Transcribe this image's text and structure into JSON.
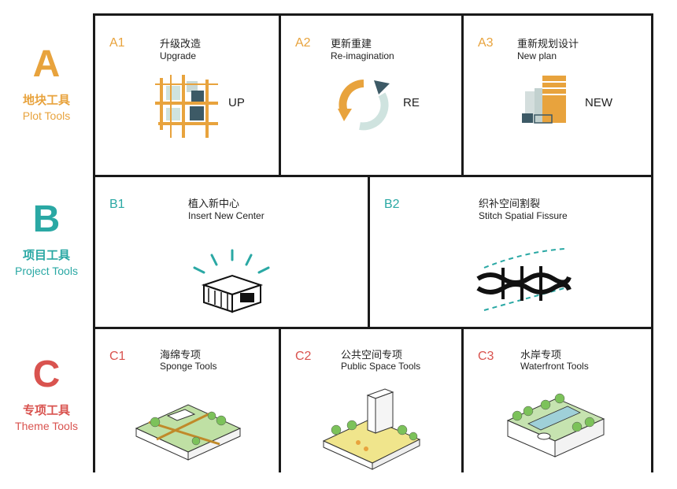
{
  "colors": {
    "plot": "#e8a33d",
    "project": "#2aa8a4",
    "theme": "#d9534f"
  },
  "rows": [
    {
      "letter": "A",
      "cn": "地块工具",
      "en": "Plot Tools"
    },
    {
      "letter": "B",
      "cn": "项目工具",
      "en": "Project Tools"
    },
    {
      "letter": "C",
      "cn": "专项工具",
      "en": "Theme Tools"
    }
  ],
  "cells": {
    "a1": {
      "code": "A1",
      "cn": "升级改造",
      "en": "Upgrade",
      "tag": "UP"
    },
    "a2": {
      "code": "A2",
      "cn": "更新重建",
      "en": "Re-imagination",
      "tag": "RE"
    },
    "a3": {
      "code": "A3",
      "cn": "重新规划设计",
      "en": "New plan",
      "tag": "NEW"
    },
    "b1": {
      "code": "B1",
      "cn": "植入新中心",
      "en": "Insert New Center"
    },
    "b2": {
      "code": "B2",
      "cn": "织补空间割裂",
      "en": "Stitch Spatial Fissure"
    },
    "c1": {
      "code": "C1",
      "cn": "海绵专项",
      "en": "Sponge Tools"
    },
    "c2": {
      "code": "C2",
      "cn": "公共空间专项",
      "en": "Public Space Tools"
    },
    "c3": {
      "code": "C3",
      "cn": "水岸专项",
      "en": "Waterfront Tools"
    }
  }
}
